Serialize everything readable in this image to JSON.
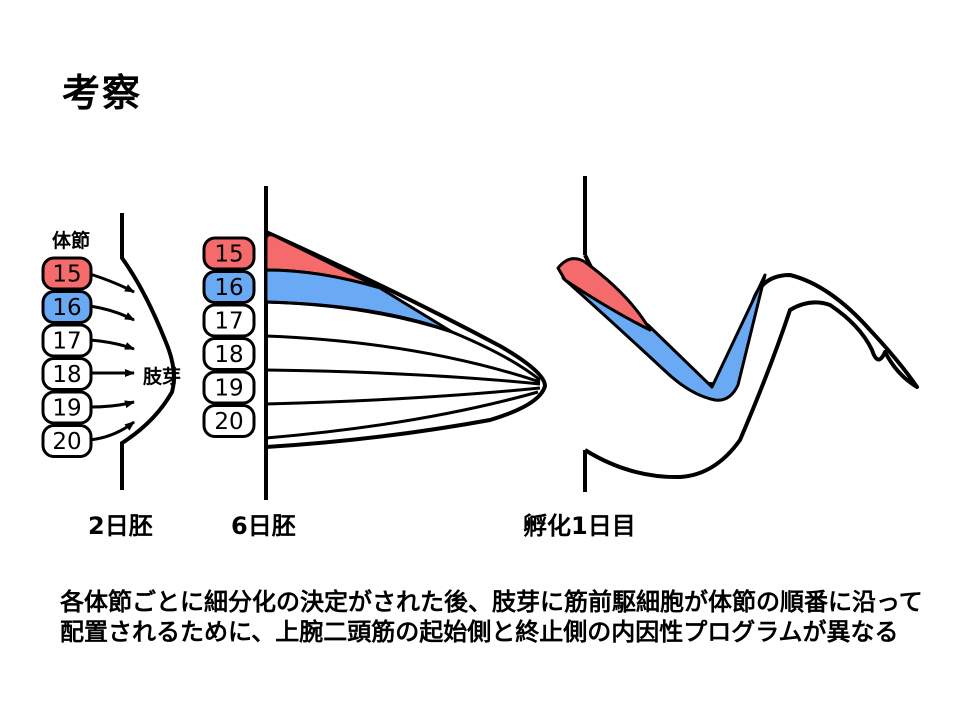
{
  "title": "考察",
  "labels": {
    "somite": "体節",
    "limb_bud": "肢芽",
    "day2": "2日胚",
    "day6": "6日胚",
    "hatch": "孵化1日目"
  },
  "somites": [
    "15",
    "16",
    "17",
    "18",
    "19",
    "20"
  ],
  "caption": {
    "line1": "各体節ごとに細分化の決定がされた後、肢芽に筋前駆細胞が体節の順番に沿って",
    "line2": "配置されるために、上腕二頭筋の起始側と終止側の内因性プログラムが異なる"
  },
  "colors": {
    "red": "#f56b6b",
    "blue": "#6aaaf5",
    "line": "#000000"
  }
}
